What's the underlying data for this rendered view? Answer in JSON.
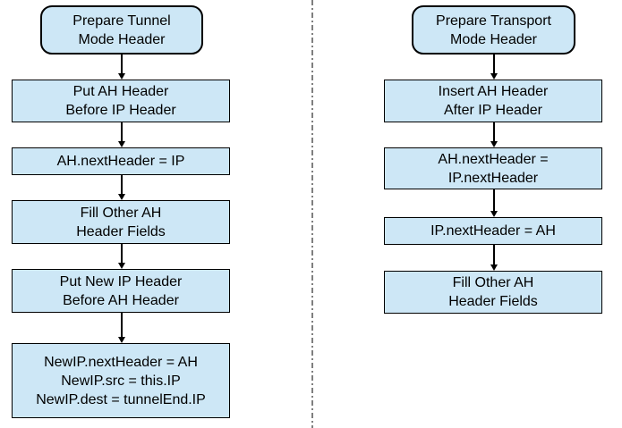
{
  "colors": {
    "node_fill": "#cde7f6",
    "node_border": "#000000",
    "divider": "#7f7f7f",
    "arrow": "#000000",
    "background": "#ffffff"
  },
  "tunnel_flow": {
    "nodes": [
      {
        "shape": "rounded",
        "lines": [
          "Prepare Tunnel",
          "Mode Header"
        ]
      },
      {
        "shape": "rect",
        "lines": [
          "Put AH Header",
          "Before IP Header"
        ]
      },
      {
        "shape": "rect",
        "lines": [
          "AH.nextHeader = IP"
        ]
      },
      {
        "shape": "rect",
        "lines": [
          "Fill Other AH",
          "Header Fields"
        ]
      },
      {
        "shape": "rect",
        "lines": [
          "Put New IP Header",
          "Before AH Header"
        ]
      },
      {
        "shape": "rect",
        "lines": [
          "NewIP.nextHeader = AH",
          "NewIP.src = this.IP",
          "NewIP.dest = tunnelEnd.IP"
        ]
      }
    ]
  },
  "transport_flow": {
    "nodes": [
      {
        "shape": "rounded",
        "lines": [
          "Prepare Transport",
          "Mode Header"
        ]
      },
      {
        "shape": "rect",
        "lines": [
          "Insert AH Header",
          "After IP Header"
        ]
      },
      {
        "shape": "rect",
        "lines": [
          "AH.nextHeader =",
          "IP.nextHeader"
        ]
      },
      {
        "shape": "rect",
        "lines": [
          "IP.nextHeader = AH"
        ]
      },
      {
        "shape": "rect",
        "lines": [
          "Fill Other AH",
          "Header Fields"
        ]
      }
    ]
  }
}
